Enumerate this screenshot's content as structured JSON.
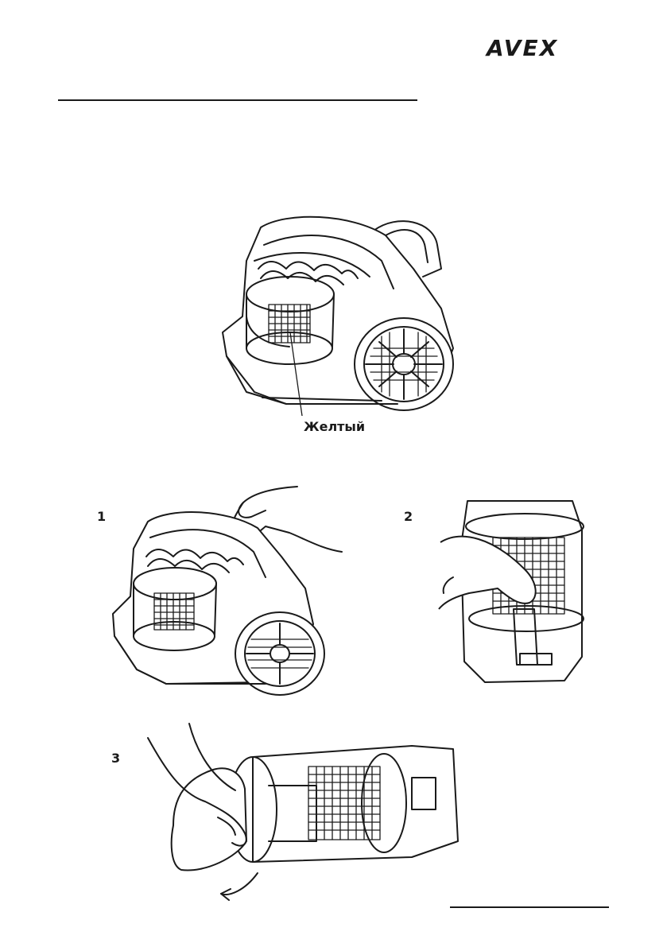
{
  "brand": {
    "logo_text": "AVEX"
  },
  "figures": {
    "main": {
      "callout_label": "Желтый"
    },
    "steps": [
      {
        "number": "1"
      },
      {
        "number": "2"
      },
      {
        "number": "3"
      }
    ]
  }
}
